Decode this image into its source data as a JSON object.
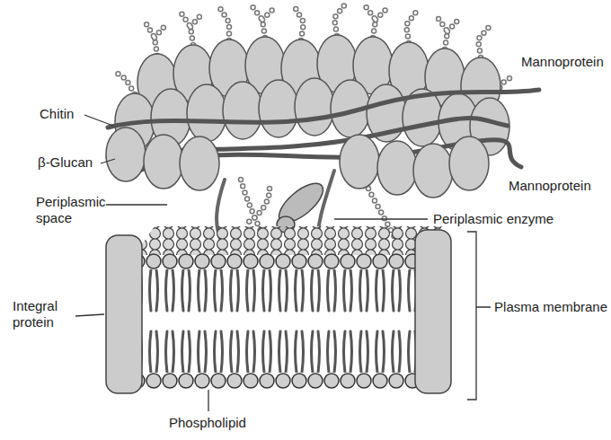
{
  "diagram": {
    "labels": [
      "Chitin",
      "Mannoprotein",
      "β-Glucan",
      "Mannoprotein",
      "Periplasmic space",
      "Periplasmic enzyme",
      "Integral protein",
      "Plasma membrane",
      "Phospholipid"
    ]
  }
}
